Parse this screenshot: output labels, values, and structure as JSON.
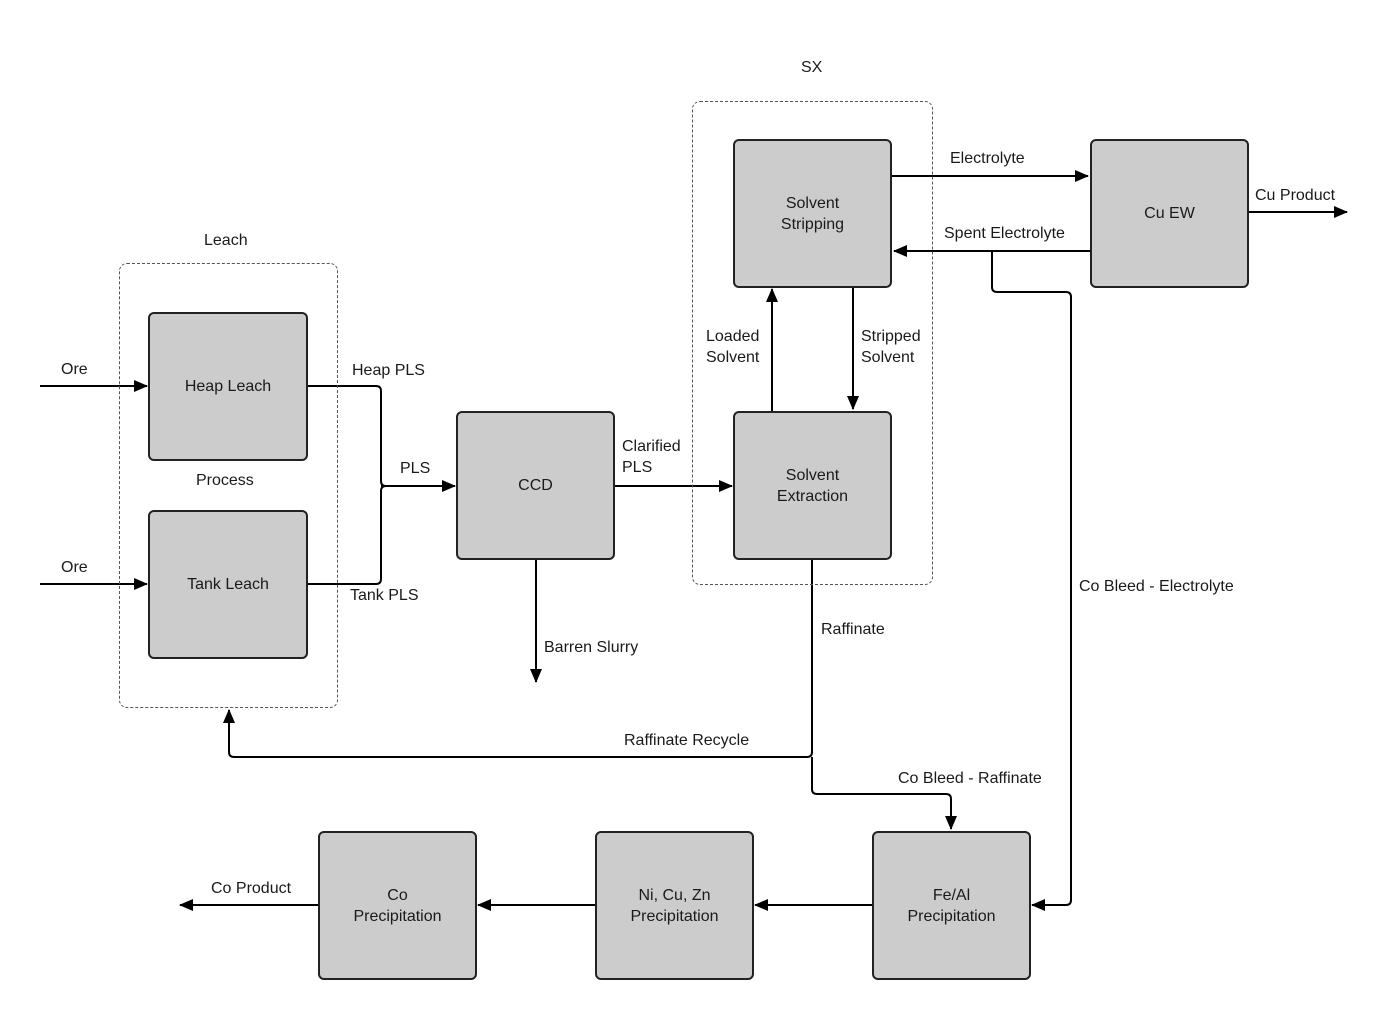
{
  "colors": {
    "box_fill": "#cccccc",
    "box_stroke": "#222222",
    "line": "#000000",
    "group_stroke": "#555555"
  },
  "groups": {
    "leach": {
      "title": "Leach",
      "sublabel": "Process"
    },
    "sx": {
      "title": "SX"
    }
  },
  "units": {
    "heap_leach": "Heap Leach",
    "tank_leach": "Tank Leach",
    "ccd": "CCD",
    "solvent_stripping": "Solvent\nStripping",
    "solvent_extraction": "Solvent\nExtraction",
    "cu_ew": "Cu EW",
    "fe_al_precipitation": "Fe/Al\nPrecipitation",
    "ni_cu_zn_precipitation": "Ni, Cu, Zn\nPrecipitation",
    "co_precipitation": "Co\nPrecipitation"
  },
  "streams": {
    "ore_1": "Ore",
    "ore_2": "Ore",
    "heap_pls": "Heap PLS",
    "tank_pls": "Tank PLS",
    "pls": "PLS",
    "clarified_pls": "Clarified\nPLS",
    "barren_slurry": "Barren Slurry",
    "loaded_solvent": "Loaded\nSolvent",
    "stripped_solvent": "Stripped\nSolvent",
    "electrolyte": "Electrolyte",
    "spent_electrolyte": "Spent Electrolyte",
    "cu_product": "Cu Product",
    "raffinate": "Raffinate",
    "raffinate_recycle": "Raffinate Recycle",
    "co_bleed_raffinate": "Co Bleed - Raffinate",
    "co_bleed_electrolyte": "Co Bleed - Electrolyte",
    "co_product": "Co Product"
  }
}
